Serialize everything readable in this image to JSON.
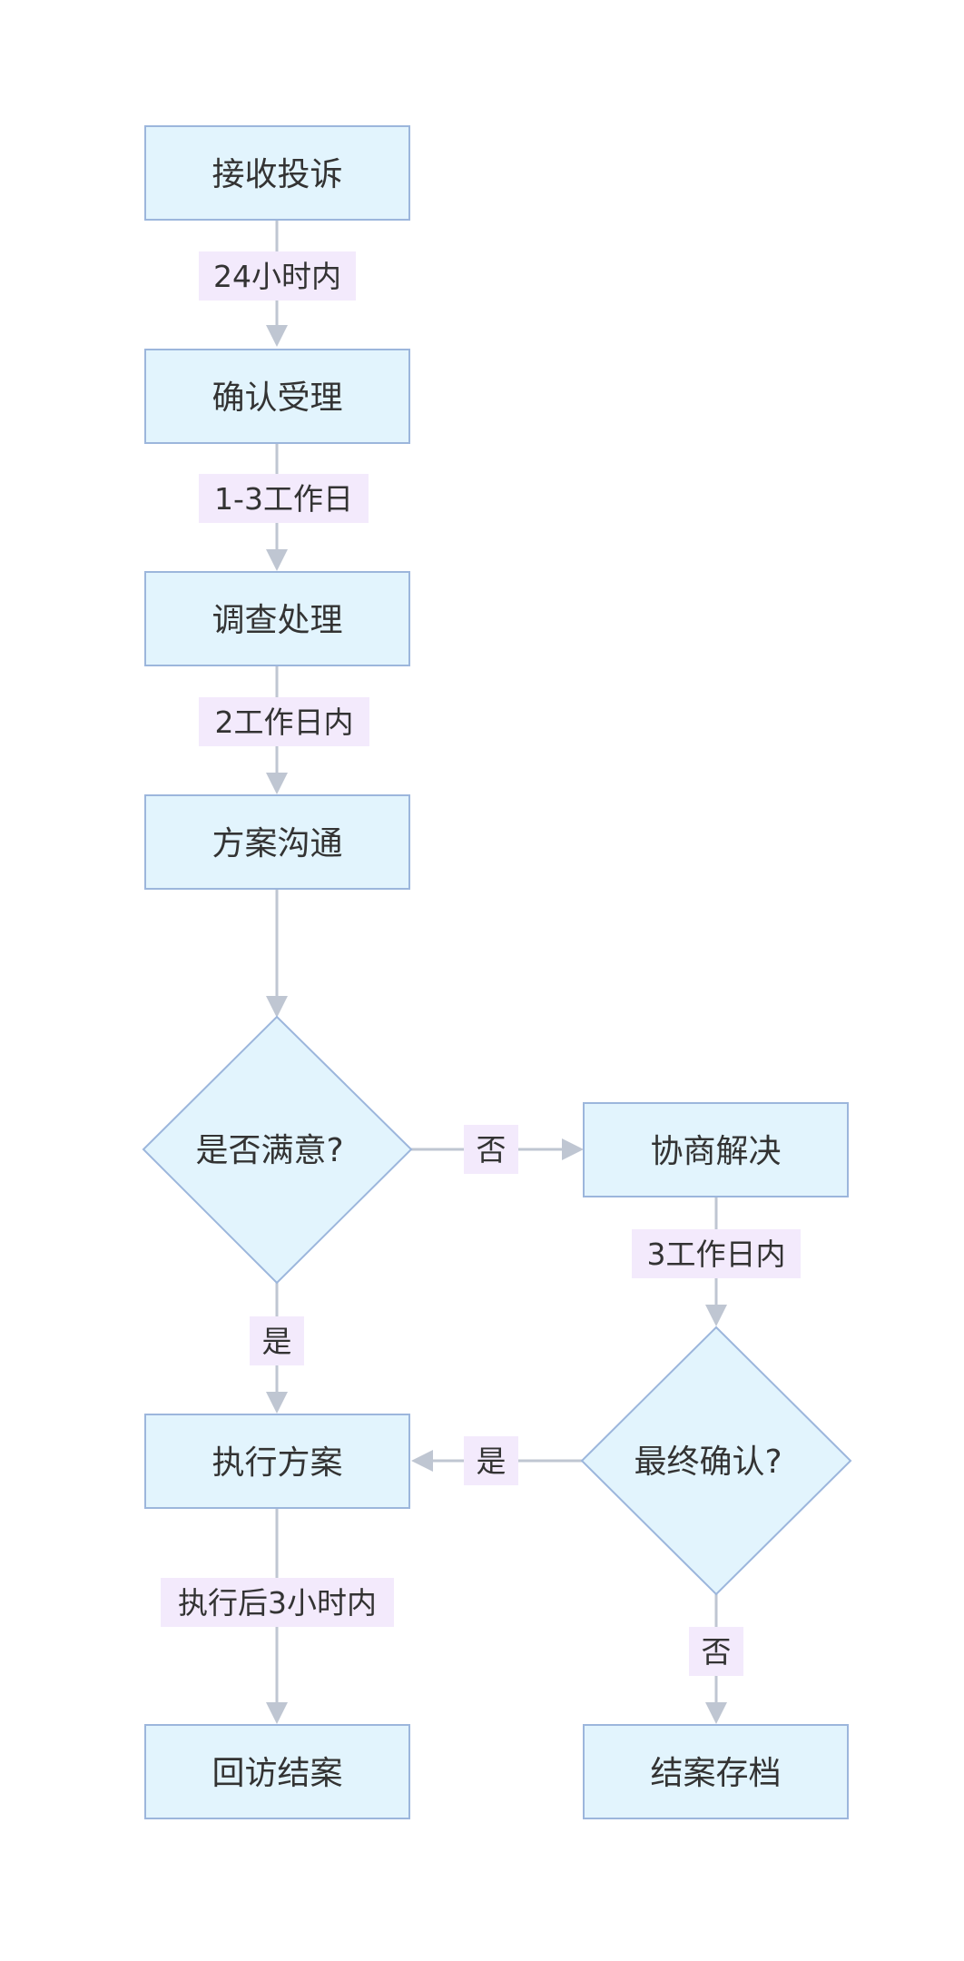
{
  "diagram": {
    "nodes": {
      "receive": "接收投诉",
      "confirm": "确认受理",
      "investigate": "调查处理",
      "communicate": "方案沟通",
      "satisfied": "是否满意?",
      "negotiate": "协商解决",
      "execute": "执行方案",
      "final_confirm": "最终确认?",
      "revisit": "回访结案",
      "archive": "结案存档"
    },
    "edges": {
      "receive_confirm": "24小时内",
      "confirm_investigate": "1-3工作日",
      "investigate_communicate": "2工作日内",
      "satisfied_no": "否",
      "satisfied_yes": "是",
      "negotiate_final": "3工作日内",
      "final_yes": "是",
      "final_no": "否",
      "execute_revisit": "执行后3小时内"
    }
  }
}
